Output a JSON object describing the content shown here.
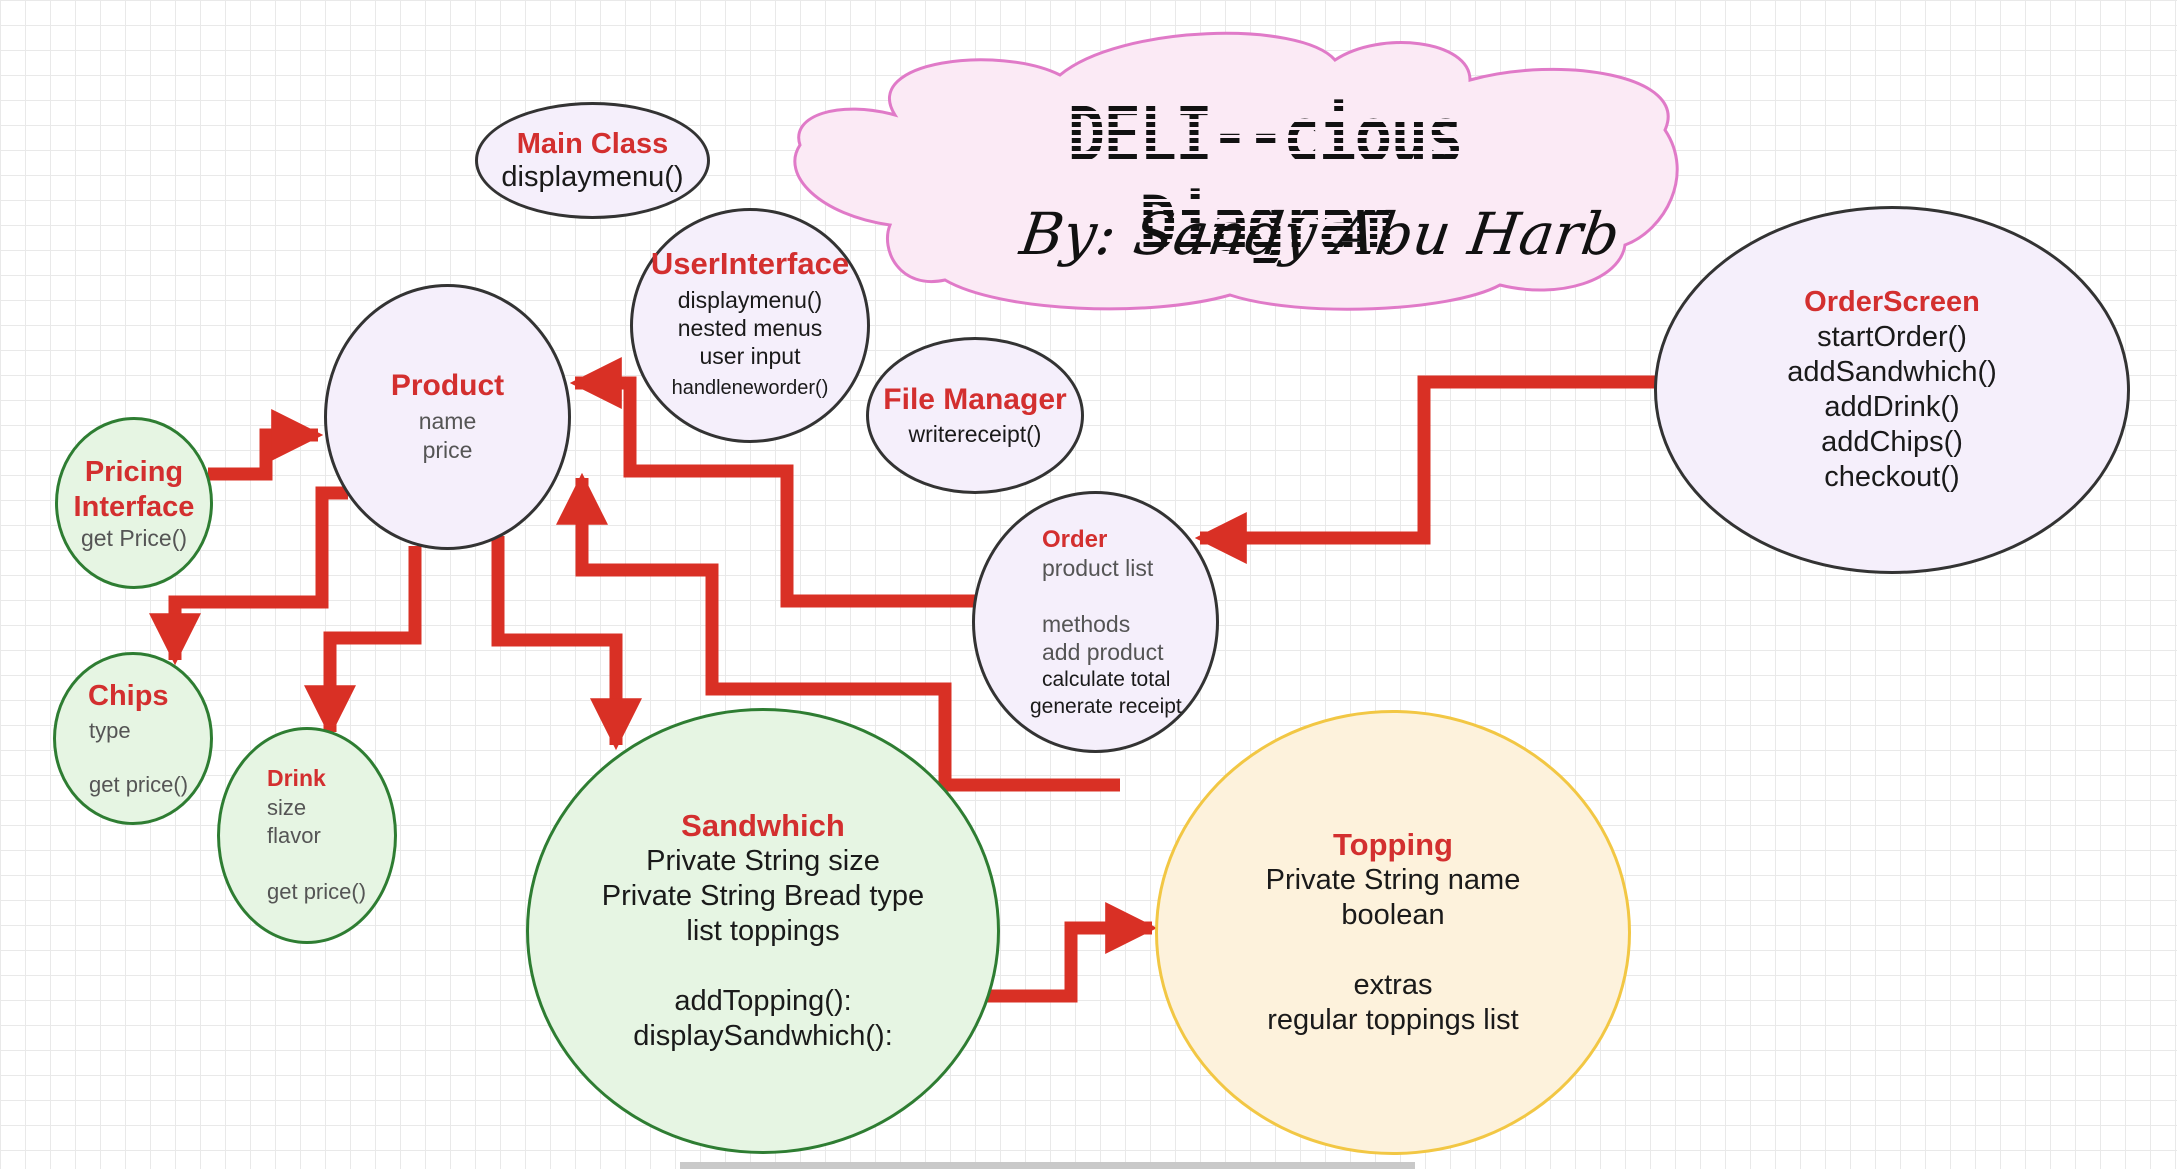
{
  "header": {
    "title": "DELI--cious Diagram",
    "author": "By: Sandy Abu Harb"
  },
  "nodes": {
    "main_class": {
      "title": "Main Class",
      "lines": [
        "displaymenu()"
      ]
    },
    "user_interface": {
      "title": "UserInterface",
      "lines": [
        "displaymenu()",
        "nested menus",
        "user input",
        "handleneworder()"
      ]
    },
    "file_manager": {
      "title": "File Manager",
      "lines": [
        "writereceipt()"
      ]
    },
    "product": {
      "title": "Product",
      "lines": [
        "name",
        "price"
      ]
    },
    "pricing_interface": {
      "title_lines": [
        "Pricing",
        "Interface"
      ],
      "lines": [
        "get Price()"
      ]
    },
    "chips": {
      "title": "Chips",
      "lines": [
        "type",
        "",
        "get price()"
      ]
    },
    "drink": {
      "title": "Drink",
      "lines": [
        "size",
        "flavor",
        "",
        "get price()"
      ]
    },
    "sandwhich": {
      "title": "Sandwhich",
      "lines": [
        "Private String size",
        "Private String Bread type",
        "list toppings",
        "",
        "addTopping():",
        "displaySandwhich():"
      ]
    },
    "order": {
      "title": "Order",
      "lines": [
        "product list",
        "",
        "methods",
        "add product",
        "calculate total",
        "generate receipt"
      ]
    },
    "order_screen": {
      "title": "OrderScreen",
      "lines": [
        "startOrder()",
        "addSandwhich()",
        "addDrink()",
        "addChips()",
        "checkout()"
      ]
    },
    "topping": {
      "title": "Topping",
      "lines": [
        "Private String name",
        "boolean",
        "",
        "extras",
        "regular toppings list"
      ]
    }
  },
  "colors": {
    "title_red": "#d32f2f",
    "arrow_red": "#d93025",
    "cloud_fill": "#fbeaf5",
    "cloud_stroke": "#e07ac8",
    "lavender_fill": "#f5effb",
    "green_fill": "#e6f5e3",
    "green_stroke": "#2e7d32",
    "yellow_fill": "#fdf2dc",
    "yellow_stroke": "#f2c744"
  }
}
